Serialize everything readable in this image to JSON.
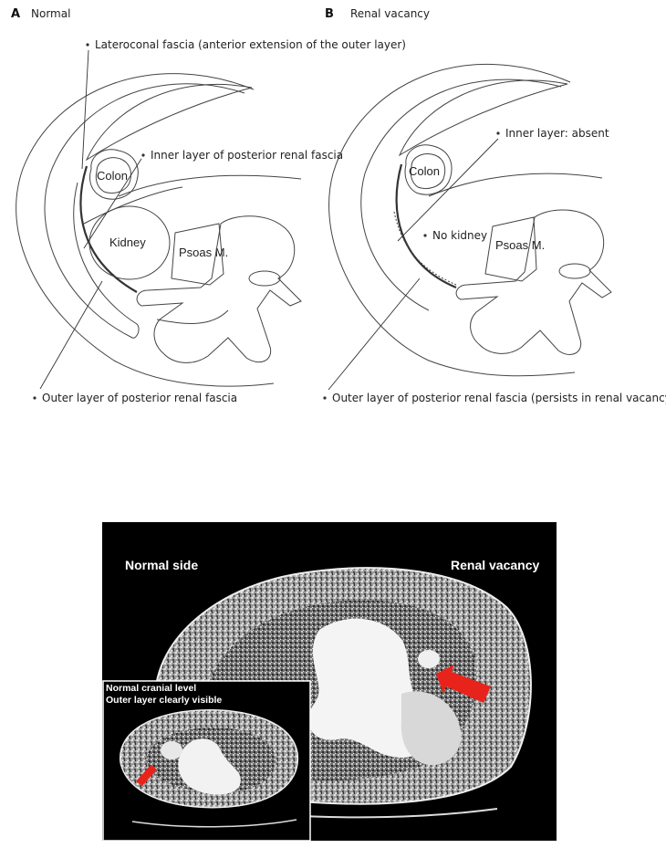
{
  "panel_a": {
    "letter": "A",
    "title": "Normal",
    "labels": {
      "lateroconal": "Lateroconal fascia (anterior extension of the outer layer)",
      "inner_layer": "Inner layer of posterior renal fascia",
      "outer_layer": "Outer layer of posterior renal fascia",
      "colon": "Colon",
      "kidney": "Kidney",
      "psoas": "Psoas M."
    }
  },
  "panel_b": {
    "letter": "B",
    "title": "Renal vacancy",
    "labels": {
      "inner_absent": "Inner layer: absent",
      "no_kidney": "No kidney",
      "outer_persists": "Outer layer of posterior renal fascia (persists in renal vacancy)",
      "colon": "Colon",
      "psoas": "Psoas M."
    }
  },
  "ct_image": {
    "left_label": "Normal side",
    "right_label": "Renal vacancy",
    "inset_line1": "Normal cranial level",
    "inset_line2": "Outer layer clearly visible"
  },
  "colors": {
    "arrow": "#e8231b",
    "ct_background": "#000000"
  }
}
